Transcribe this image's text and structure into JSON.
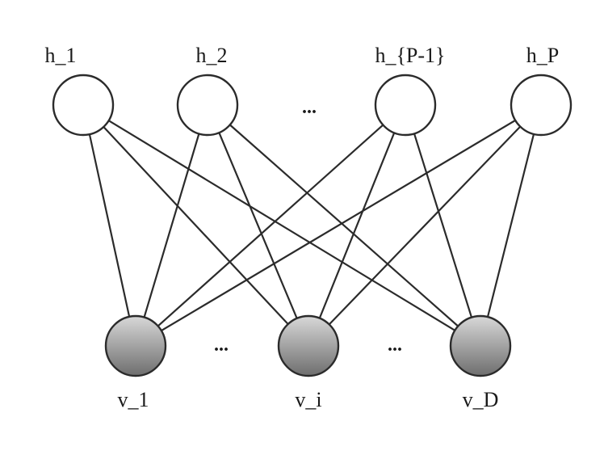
{
  "hidden_layer": {
    "nodes": [
      {
        "id": "h1",
        "label": "h_1"
      },
      {
        "id": "h2",
        "label": "h_2"
      },
      {
        "id": "hP1",
        "label": "h_{P-1}"
      },
      {
        "id": "hP",
        "label": "h_P"
      }
    ],
    "ellipsis": "..."
  },
  "visible_layer": {
    "nodes": [
      {
        "id": "v1",
        "label": "v_1"
      },
      {
        "id": "vi",
        "label": "v_i"
      },
      {
        "id": "vD",
        "label": "v_D"
      }
    ],
    "ellipsis_left": "...",
    "ellipsis_right": "..."
  },
  "edges": [
    [
      "h1",
      "v1"
    ],
    [
      "h1",
      "vi"
    ],
    [
      "h1",
      "vD"
    ],
    [
      "h2",
      "v1"
    ],
    [
      "h2",
      "vi"
    ],
    [
      "h2",
      "vD"
    ],
    [
      "hP1",
      "v1"
    ],
    [
      "hP1",
      "vi"
    ],
    [
      "hP1",
      "vD"
    ],
    [
      "hP",
      "v1"
    ],
    [
      "hP",
      "vi"
    ],
    [
      "hP",
      "vD"
    ]
  ],
  "colors": {
    "line": "#2b2b2b",
    "hidden_fill": "#ffffff",
    "visible_fill_top": "#d8d8d8",
    "visible_fill_bottom": "#6e6e6e"
  }
}
